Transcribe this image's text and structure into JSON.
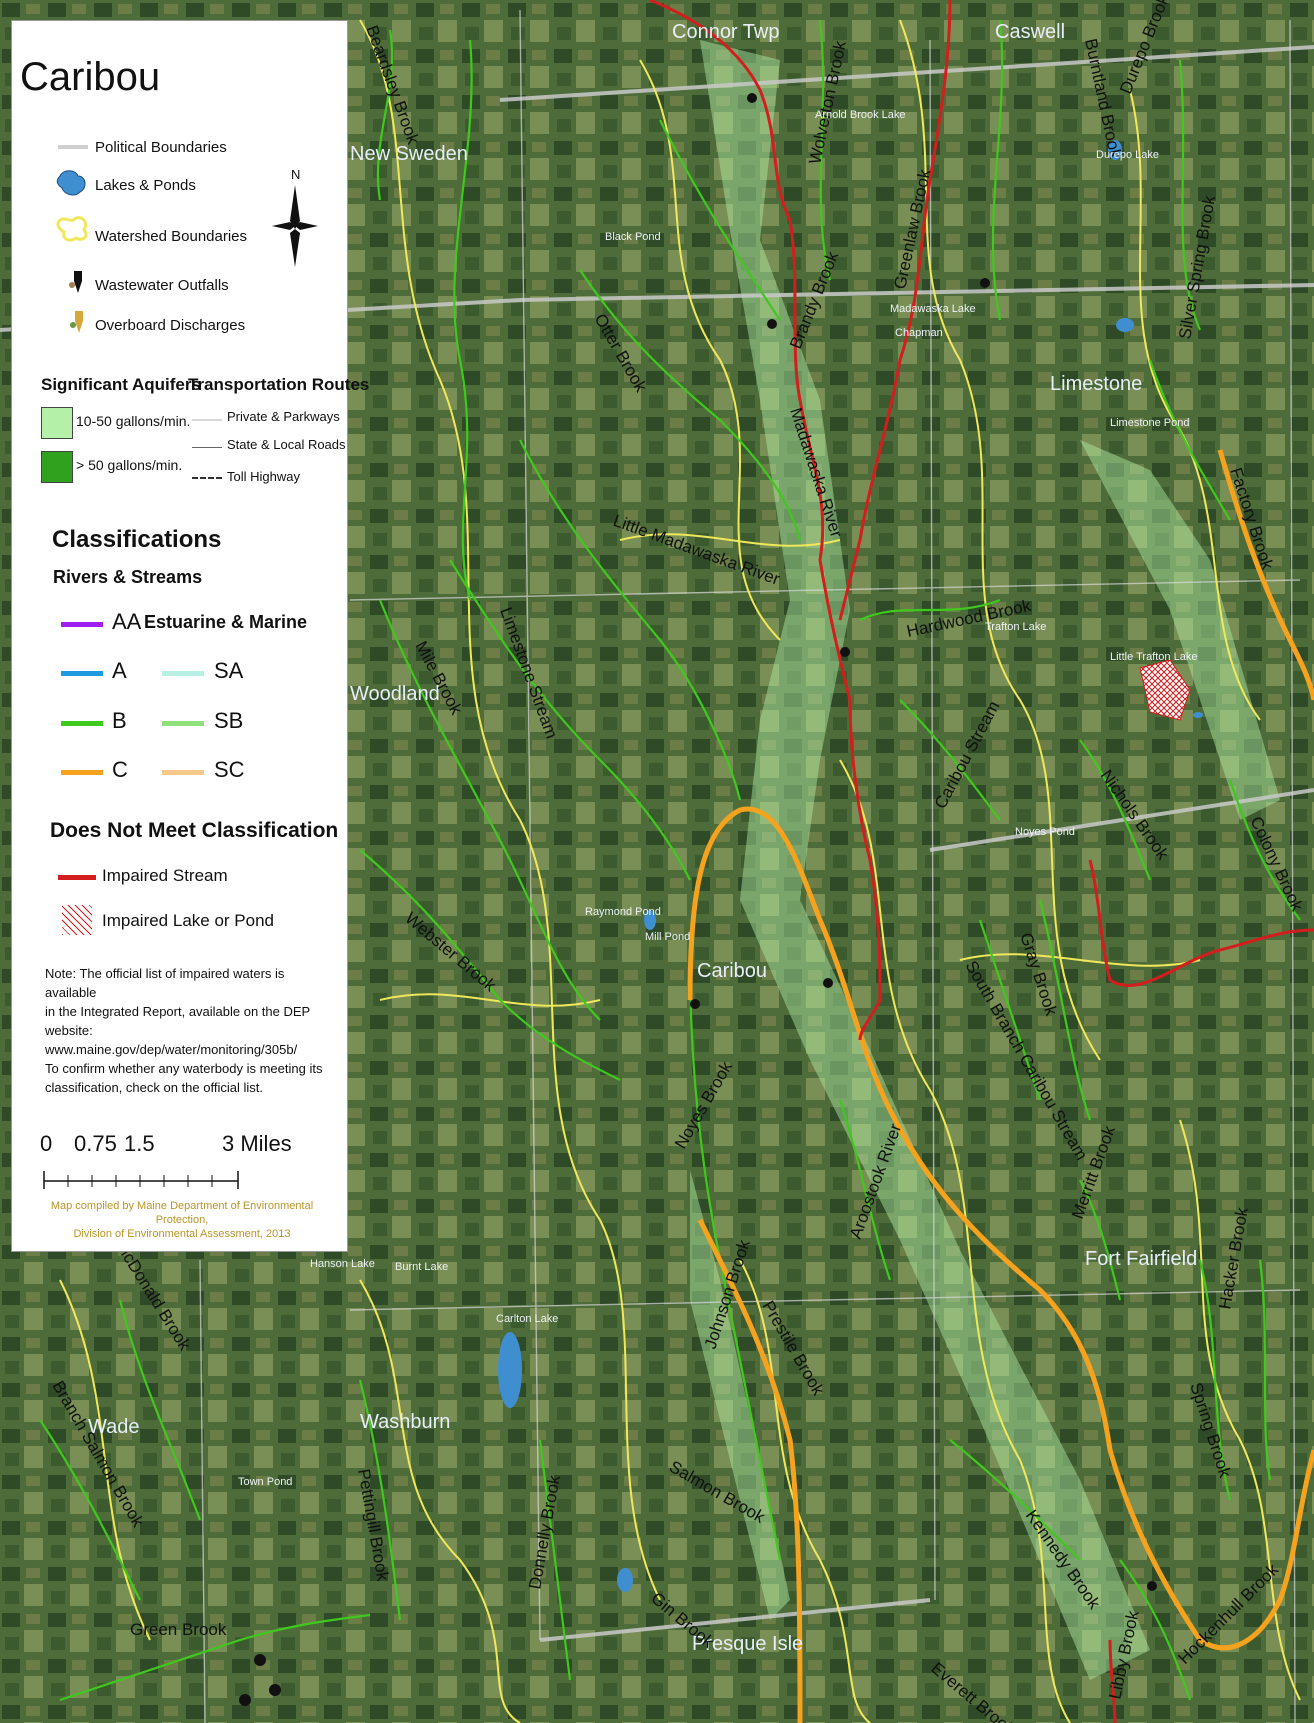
{
  "legend": {
    "title": "Caribou",
    "layers": [
      {
        "label": "Political Boundaries"
      },
      {
        "label": "Lakes & Ponds"
      },
      {
        "label": "Watershed Boundaries"
      },
      {
        "label": "Wastewater Outfalls"
      },
      {
        "label": "Overboard Discharges"
      }
    ],
    "north_label": "N",
    "aquifers": {
      "heading": "Significant Aquifers",
      "items": [
        {
          "label": "10-50 gallons/min.",
          "color": "#b4f0a8"
        },
        {
          "label": "> 50 gallons/min.",
          "color": "#2fa11e"
        }
      ]
    },
    "transport": {
      "heading": "Transportation Routes",
      "items": [
        {
          "label": "Private & Parkways"
        },
        {
          "label": "State & Local Roads"
        },
        {
          "label": "Toll Highway"
        }
      ]
    },
    "classifications": {
      "heading": "Classifications",
      "subheading": "Rivers & Streams",
      "estuarine_heading": "Estuarine & Marine",
      "rivers": [
        {
          "code": "AA",
          "color": "#a020f0"
        },
        {
          "code": "A",
          "color": "#1e9be0"
        },
        {
          "code": "B",
          "color": "#3fc81e"
        },
        {
          "code": "C",
          "color": "#f5a21e"
        }
      ],
      "marine": [
        {
          "code": "SA",
          "color": "#b8f0e6"
        },
        {
          "code": "SB",
          "color": "#8fe07a"
        },
        {
          "code": "SC",
          "color": "#f5c98a"
        }
      ]
    },
    "impaired": {
      "heading": "Does Not Meet Classification",
      "stream": "Impaired Stream",
      "lake": "Impaired Lake or Pond"
    },
    "note_lines": [
      "Note:  The official list of impaired waters is available",
      "in the Integrated Report, available on the DEP",
      "website: www.maine.gov/dep/water/monitoring/305b/",
      "To confirm whether any waterbody is meeting its",
      "classification, check on the official list."
    ],
    "scale": {
      "ticks": [
        "0",
        "0.75",
        "1.5",
        "3 Miles"
      ]
    },
    "credit_lines": [
      "Map compiled by Maine Department of Environmental Protection,",
      "Division of Environmental Assessment, 2013"
    ]
  },
  "map": {
    "towns": [
      "Caswell",
      "Limestone",
      "Caribou",
      "Fort Fairfield",
      "Washburn",
      "Wade",
      "Presque Isle",
      "Woodland",
      "Connor Twp",
      "New Sweden"
    ],
    "streams": [
      "Beardsley Brook",
      "Wolverton Brook",
      "Greenlaw Brook",
      "Burntland Brook",
      "Durepo Brook",
      "Silver Spring Brook",
      "Otter Brook",
      "Brandy Brook",
      "Madawaska River",
      "Little Madawaska River",
      "Hardwood Brook",
      "Factory Brook",
      "Limestone Stream",
      "Mile Brook",
      "Caribou Stream",
      "Nichols Brook",
      "Colony Brook",
      "Webster Brook",
      "South Branch Caribou Stream",
      "Gray Brook",
      "Noyes Brook",
      "Prestile Brook",
      "Aroostook River",
      "Merritt Brook",
      "Johnson Brook",
      "Spring Brook",
      "Hacker Brook",
      "McDonald Brook",
      "Branch Salmon Brook",
      "Donnelly Brook",
      "Pettingill Brook",
      "Kennedy Brook",
      "Hockenhull Brook",
      "Libby Brook",
      "Everett Brook",
      "Gin Brook",
      "Green Brook",
      "Salmon Brook"
    ],
    "lakes": [
      "Durepo Lake",
      "Madawaska Lake",
      "Limestone Pond",
      "Little Trafton Lake",
      "Noyes Pond",
      "Raymond Pond",
      "Mill Pond",
      "Hanson Lake",
      "Burnt Lake",
      "Carlton Lake",
      "Town Pond",
      "Arnold Brook Lake",
      "Trafton Lake",
      "Black Pond",
      "Chapman"
    ],
    "colors": {
      "impaired": "#d21e1e",
      "class_c": "#f5a21e",
      "class_b": "#3fc81e",
      "watershed": "#f0e85a",
      "road": "#c9c9c9",
      "aquifer": "#b4f0a8"
    }
  }
}
